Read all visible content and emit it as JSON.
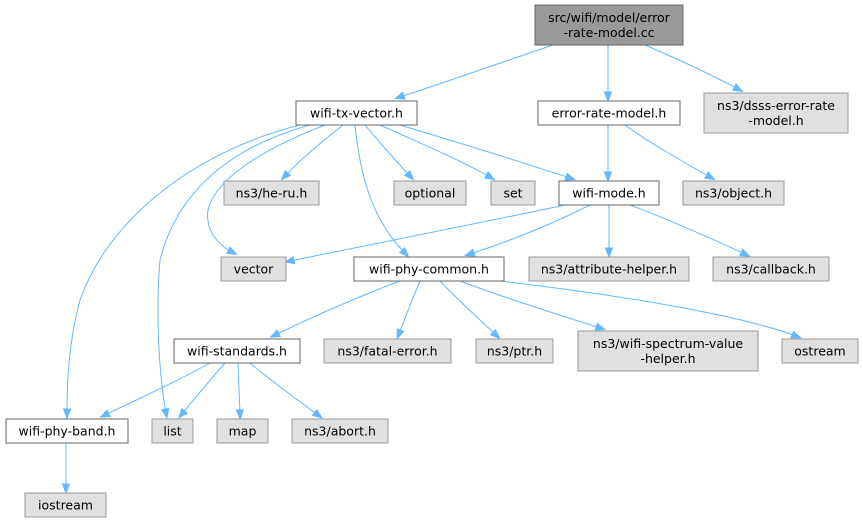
{
  "colors": {
    "root_fill": "#999999",
    "root_stroke": "#666666",
    "doc_fill": "#ffffff",
    "doc_stroke": "#666666",
    "ext_fill": "#e0e0e0",
    "ext_stroke": "#999999",
    "edge": "#63b8ff"
  },
  "nodes": {
    "root": {
      "lines": [
        "src/wifi/model/error",
        "-rate-model.cc"
      ],
      "kind": "root"
    },
    "wifi_tx_vector": {
      "lines": [
        "wifi-tx-vector.h"
      ],
      "kind": "doc"
    },
    "error_rate_model": {
      "lines": [
        "error-rate-model.h"
      ],
      "kind": "doc"
    },
    "dsss_error_rate": {
      "lines": [
        "ns3/dsss-error-rate",
        "-model.h"
      ],
      "kind": "ext"
    },
    "he_ru": {
      "lines": [
        "ns3/he-ru.h"
      ],
      "kind": "ext"
    },
    "optional": {
      "lines": [
        "optional"
      ],
      "kind": "ext"
    },
    "set": {
      "lines": [
        "set"
      ],
      "kind": "ext"
    },
    "wifi_mode": {
      "lines": [
        "wifi-mode.h"
      ],
      "kind": "doc"
    },
    "object": {
      "lines": [
        "ns3/object.h"
      ],
      "kind": "ext"
    },
    "vector": {
      "lines": [
        "vector"
      ],
      "kind": "ext"
    },
    "wifi_phy_common": {
      "lines": [
        "wifi-phy-common.h"
      ],
      "kind": "doc"
    },
    "attribute_helper": {
      "lines": [
        "ns3/attribute-helper.h"
      ],
      "kind": "ext"
    },
    "callback": {
      "lines": [
        "ns3/callback.h"
      ],
      "kind": "ext"
    },
    "wifi_standards": {
      "lines": [
        "wifi-standards.h"
      ],
      "kind": "doc"
    },
    "fatal_error": {
      "lines": [
        "ns3/fatal-error.h"
      ],
      "kind": "ext"
    },
    "ptr": {
      "lines": [
        "ns3/ptr.h"
      ],
      "kind": "ext"
    },
    "spectrum_value": {
      "lines": [
        "ns3/wifi-spectrum-value",
        "-helper.h"
      ],
      "kind": "ext"
    },
    "ostream": {
      "lines": [
        "ostream"
      ],
      "kind": "ext"
    },
    "wifi_phy_band": {
      "lines": [
        "wifi-phy-band.h"
      ],
      "kind": "doc"
    },
    "list": {
      "lines": [
        "list"
      ],
      "kind": "ext"
    },
    "map": {
      "lines": [
        "map"
      ],
      "kind": "ext"
    },
    "abort": {
      "lines": [
        "ns3/abort.h"
      ],
      "kind": "ext"
    },
    "iostream": {
      "lines": [
        "iostream"
      ],
      "kind": "ext"
    }
  },
  "edges": [
    [
      "root",
      "wifi_tx_vector"
    ],
    [
      "root",
      "error_rate_model"
    ],
    [
      "root",
      "dsss_error_rate"
    ],
    [
      "wifi_tx_vector",
      "wifi_phy_band"
    ],
    [
      "wifi_tx_vector",
      "list"
    ],
    [
      "wifi_tx_vector",
      "vector"
    ],
    [
      "wifi_tx_vector",
      "he_ru"
    ],
    [
      "wifi_tx_vector",
      "wifi_phy_common"
    ],
    [
      "wifi_tx_vector",
      "optional"
    ],
    [
      "wifi_tx_vector",
      "set"
    ],
    [
      "wifi_tx_vector",
      "wifi_mode"
    ],
    [
      "error_rate_model",
      "wifi_mode"
    ],
    [
      "error_rate_model",
      "object"
    ],
    [
      "wifi_mode",
      "vector"
    ],
    [
      "wifi_mode",
      "wifi_phy_common"
    ],
    [
      "wifi_mode",
      "attribute_helper"
    ],
    [
      "wifi_mode",
      "callback"
    ],
    [
      "wifi_phy_common",
      "wifi_standards"
    ],
    [
      "wifi_phy_common",
      "fatal_error"
    ],
    [
      "wifi_phy_common",
      "ptr"
    ],
    [
      "wifi_phy_common",
      "spectrum_value"
    ],
    [
      "wifi_phy_common",
      "ostream"
    ],
    [
      "wifi_standards",
      "wifi_phy_band"
    ],
    [
      "wifi_standards",
      "list"
    ],
    [
      "wifi_standards",
      "map"
    ],
    [
      "wifi_standards",
      "abort"
    ],
    [
      "wifi_phy_band",
      "iostream"
    ]
  ]
}
